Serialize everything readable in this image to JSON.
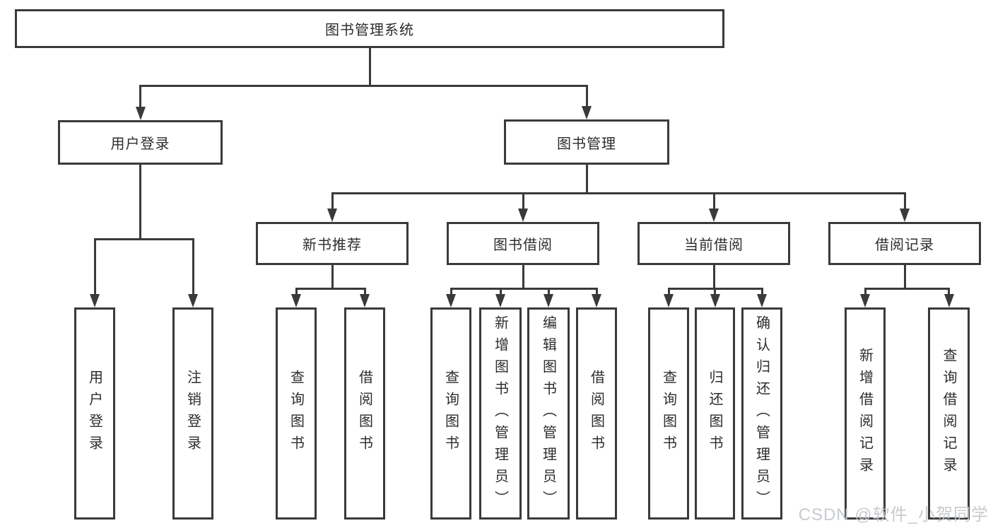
{
  "diagram": {
    "title": "图书管理系统",
    "root": {
      "label": "图书管理系统"
    },
    "level2": [
      {
        "label": "用户登录"
      },
      {
        "label": "图书管理"
      }
    ],
    "level3": [
      {
        "label": "新书推荐"
      },
      {
        "label": "图书借阅"
      },
      {
        "label": "当前借阅"
      },
      {
        "label": "借阅记录"
      }
    ],
    "leaf_groups": [
      {
        "parent": "用户登录",
        "items": [
          "用户登录",
          "注销登录"
        ]
      },
      {
        "parent": "新书推荐",
        "items": [
          "查询图书",
          "借阅图书"
        ]
      },
      {
        "parent": "图书借阅",
        "items": [
          "查询图书",
          "新增图书（管理员）",
          "编辑图书（管理员）",
          "借阅图书"
        ]
      },
      {
        "parent": "当前借阅",
        "items": [
          "查询图书",
          "归还图书",
          "确认归还（管理员）"
        ]
      },
      {
        "parent": "借阅记录",
        "items": [
          "新增借阅记录",
          "查询借阅记录"
        ]
      }
    ]
  },
  "watermark": "CSDN @软件_小贺同学",
  "colors": {
    "line": "#3a3a3a",
    "text": "#2d2d30",
    "watermark": "#c3c7cb",
    "background": "#ffffff"
  }
}
